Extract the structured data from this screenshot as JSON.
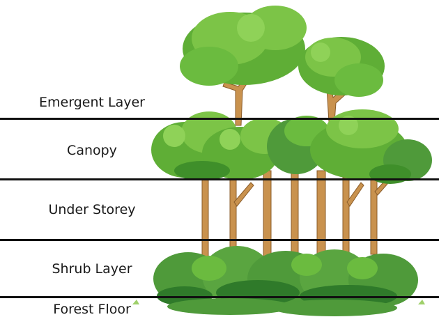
{
  "layers": [
    {
      "id": "emergent",
      "label": "Emergent Layer"
    },
    {
      "id": "canopy",
      "label": "Canopy"
    },
    {
      "id": "under",
      "label": "Under Storey"
    },
    {
      "id": "shrub",
      "label": "Shrub Layer"
    },
    {
      "id": "floor",
      "label": "Forest Floor"
    }
  ],
  "colors": {
    "line": "#111111",
    "trunk": "#c9924e",
    "trunk_dark": "#a8743a",
    "leaf_light": "#7cc447",
    "leaf_mid": "#5fae36",
    "leaf_dark": "#3f8f2a",
    "shrub": "#4f9a3a",
    "shrub_dark": "#2f7a2a",
    "grass": "#9fd06a"
  }
}
